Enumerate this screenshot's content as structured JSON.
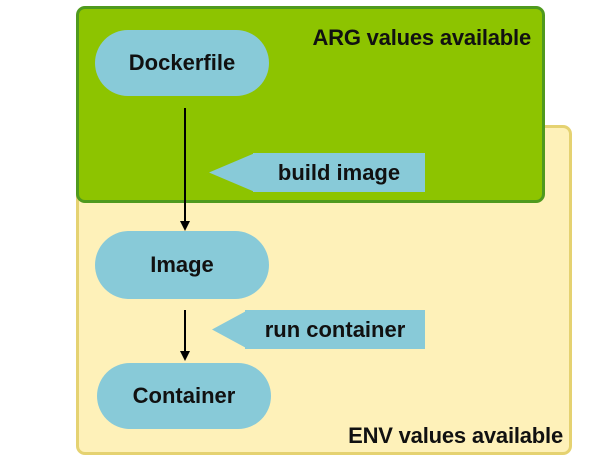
{
  "regions": {
    "arg_label": "ARG values available",
    "env_label": "ENV values available"
  },
  "nodes": {
    "dockerfile": "Dockerfile",
    "image": "Image",
    "container": "Container"
  },
  "steps": {
    "build": "build image",
    "run": "run container"
  },
  "colors": {
    "arg_fill": "#8dc400",
    "arg_border": "#4f9a1e",
    "env_fill": "#fde88e",
    "env_border": "#dec85a",
    "node_fill": "#88cad8",
    "arrow": "#000000"
  }
}
